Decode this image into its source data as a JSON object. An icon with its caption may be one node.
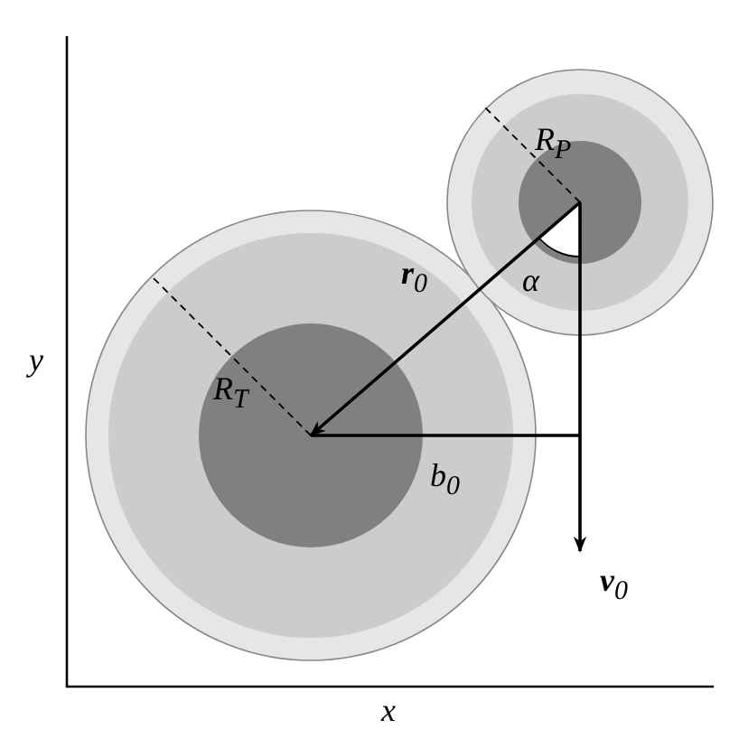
{
  "diagram": {
    "nodes": [
      {
        "text": [
          "R$_{T}$"
        ]
      },
      {
        "text": [
          "R$_{P}$"
        ]
      }
    ],
    "edges": [
      {
        "from": 1,
        "to": 0,
        "arrow": "to",
        "label": "**r**$_{0}$"
      },
      {
        "from": 1,
        "to": null,
        "arrow": "to",
        "label": "**v**$_{0}$"
      }
    ],
    "labels": [
      "α",
      "b$_{0}$",
      "y",
      "x"
    ]
  }
}
